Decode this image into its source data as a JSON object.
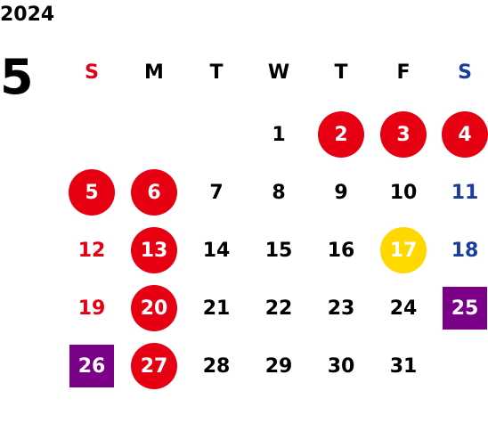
{
  "header": {
    "year": "2024",
    "month": "5"
  },
  "weekdays": [
    {
      "label": "S",
      "color": "#e60012"
    },
    {
      "label": "M",
      "color": "#000000"
    },
    {
      "label": "T",
      "color": "#000000"
    },
    {
      "label": "W",
      "color": "#000000"
    },
    {
      "label": "T",
      "color": "#000000"
    },
    {
      "label": "F",
      "color": "#000000"
    },
    {
      "label": "S",
      "color": "#1a3c9c"
    }
  ],
  "days": [
    {
      "label": "1",
      "style": "normal"
    },
    {
      "label": "2",
      "style": "circle-red"
    },
    {
      "label": "3",
      "style": "circle-red"
    },
    {
      "label": "4",
      "style": "circle-red"
    },
    {
      "label": "5",
      "style": "circle-red"
    },
    {
      "label": "6",
      "style": "circle-red"
    },
    {
      "label": "7",
      "style": "normal"
    },
    {
      "label": "8",
      "style": "normal"
    },
    {
      "label": "9",
      "style": "normal"
    },
    {
      "label": "10",
      "style": "normal"
    },
    {
      "label": "11",
      "style": "sat"
    },
    {
      "label": "12",
      "style": "sun"
    },
    {
      "label": "13",
      "style": "circle-red"
    },
    {
      "label": "14",
      "style": "normal"
    },
    {
      "label": "15",
      "style": "normal"
    },
    {
      "label": "16",
      "style": "normal"
    },
    {
      "label": "17",
      "style": "circle-yellow"
    },
    {
      "label": "18",
      "style": "sat"
    },
    {
      "label": "19",
      "style": "sun"
    },
    {
      "label": "20",
      "style": "circle-red"
    },
    {
      "label": "21",
      "style": "normal"
    },
    {
      "label": "22",
      "style": "normal"
    },
    {
      "label": "23",
      "style": "normal"
    },
    {
      "label": "24",
      "style": "normal"
    },
    {
      "label": "25",
      "style": "square-purple"
    },
    {
      "label": "26",
      "style": "square-purple"
    },
    {
      "label": "27",
      "style": "circle-red"
    },
    {
      "label": "28",
      "style": "normal"
    },
    {
      "label": "29",
      "style": "normal"
    },
    {
      "label": "30",
      "style": "normal"
    },
    {
      "label": "31",
      "style": "normal"
    }
  ],
  "colors": {
    "holiday_red": "#e60012",
    "saturday_blue": "#1a3c9c",
    "highlight_yellow": "#ffd800",
    "highlight_purple": "#7a0088"
  }
}
